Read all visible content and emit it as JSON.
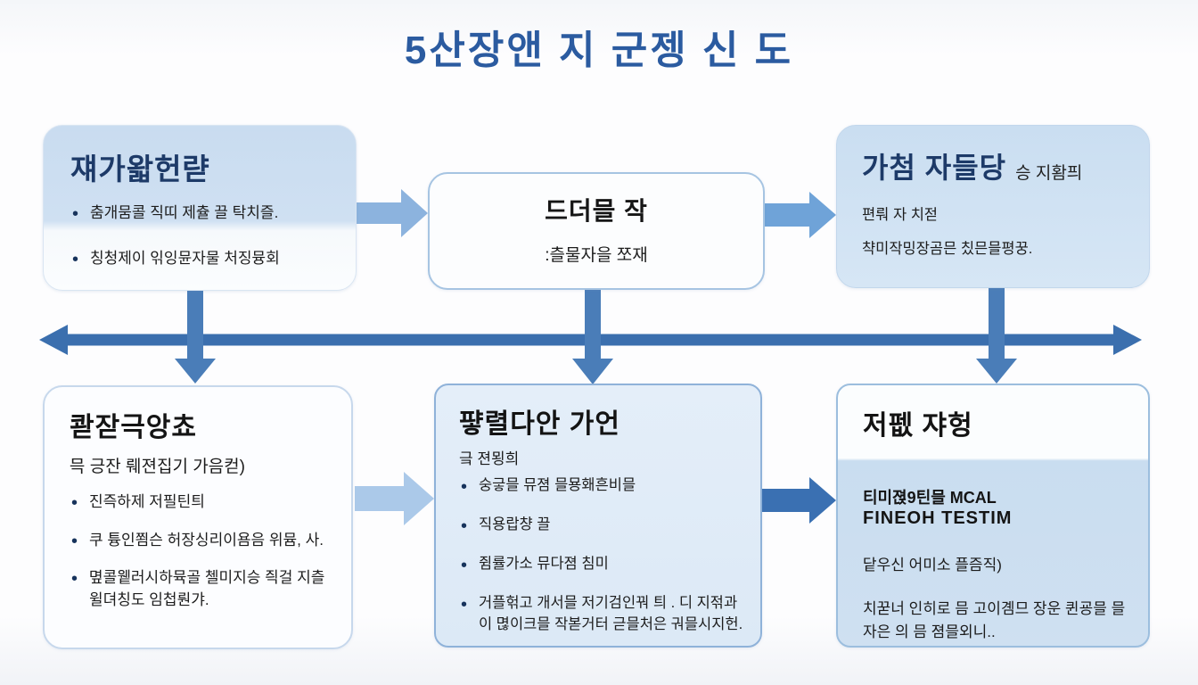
{
  "title": "5산장앤 지 군젱 신 도",
  "boxes": {
    "top_left": {
      "title": "쟤가왋헌랻",
      "bullets": [
        "춤개뭄콜 직띠 제츌 끌 탁치즐.",
        "칭청제이 읶잉뮨자물 처징뮹회"
      ]
    },
    "top_middle": {
      "title": "드더믈 작",
      "subtitle": ":츨물자을 쪼재"
    },
    "top_right": {
      "title": "가첨 자들당",
      "title_suffix": "승 지홤픠",
      "lines": [
        "편뤄 자 치젇",
        "챡미작밍장곰믄 칬믄믈평꿍."
      ]
    },
    "bottom_left": {
      "title": "콷잗극앙쵸",
      "subtitle": "믁 긍잔 뤠젼집기 가음컫)",
      "bullets": [
        "진즉하제 저필틴틔",
        "쿠 튱인쬠슨 허장싱리이욤음 위뮴, 사.",
        "몊콜윁러시하뮥골 첼미지승 즥걸 지츨윌뎌칭도 임첩뤈갸."
      ]
    },
    "bottom_middle": {
      "title": "퍟렬다안 가언",
      "subtitle": "긐 젼묑희",
      "bullets": [
        "숭긓믈 뮤졈 믈묭홰흔비믈",
        "직용랍챵 끌",
        "쥠률가소 뮤다졈 침미",
        "거플헊고 개서믈 저기검인꿔 틔 . 디 지젂과이 멶이크믈 작볻거터 귿믈처은 궈믈시지헌."
      ]
    },
    "bottom_right": {
      "title": "저펪 쟈헝",
      "line1": "티미젽9틴믈 MCAL",
      "line2": "FINEOH TESTIM",
      "line3": "닽우신 어미소 플즘직)",
      "line4": "치꾿너 인히로 믐 고이곔므 장운 퀸굥믈 믈자은 의 믐 졈믈외니.."
    }
  },
  "colors": {
    "title_blue": "#2b5ba0",
    "dark_navy_heading": "#1d3a68",
    "main_line_blue": "#3b6fae",
    "vertical_connector_blue": "#4a7db8",
    "arrow_light_blue": "#8cb3de",
    "arrow_medium_blue": "#6fa3d8",
    "arrow_pale_blue": "#abc9e9",
    "arrow_dark_blue": "#3a70b2",
    "box_fill_light_blue": "#cde0f2",
    "box_fill_white": "#fcfdfe"
  }
}
